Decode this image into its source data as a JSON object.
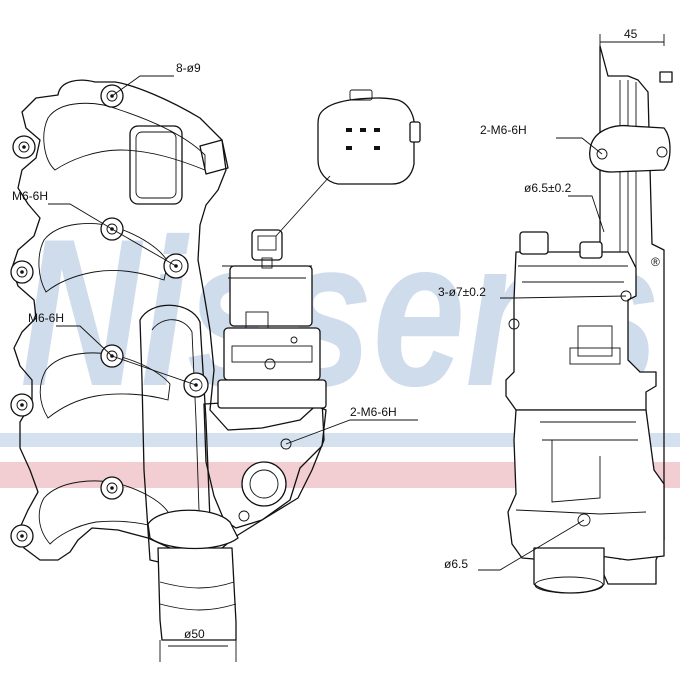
{
  "watermark": {
    "text": "Nissens",
    "reg_mark": "®",
    "colors": {
      "letters": "#cfdcec",
      "band_blue": "#d5e1ef",
      "band_red": "#f2cdd2"
    }
  },
  "callouts": {
    "holes_8": "8-ø9",
    "m6_upper": "M6-6H",
    "m6_lower": "M6-6H",
    "m6_front": "2-M6-6H",
    "m6_side": "2-M6-6H",
    "dia_65_tol": "ø6.5±0.2",
    "dia_7_tol": "3-ø7±0.2",
    "dia_65": "ø6.5",
    "dia_50": "ø50",
    "width_45": "45"
  },
  "icons": {
    "connector": "connector-pins-icon"
  }
}
